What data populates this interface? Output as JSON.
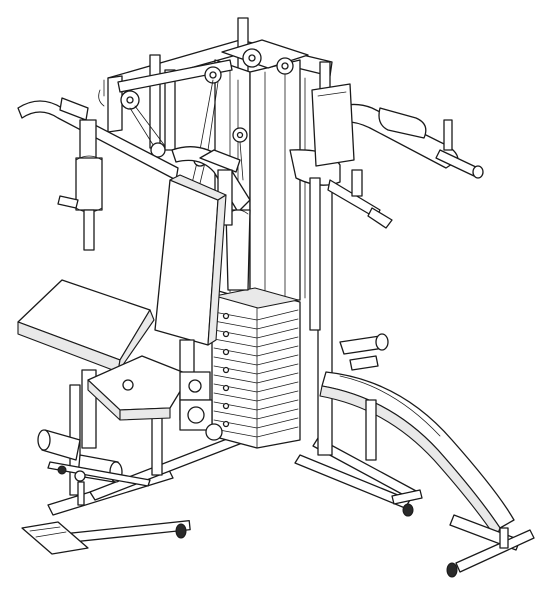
{
  "drawing": {
    "style": "line-art",
    "stroke_color": "#1a1a1a",
    "background_color": "#ffffff",
    "components": [
      "weight-tower",
      "weight-stack",
      "top-pulley-frame",
      "lat-bar",
      "chest-press-arms",
      "backrest-pad",
      "preacher-curl-pad",
      "seat",
      "leg-extension-rollers",
      "base-frame",
      "sit-up-bench",
      "foot-plate",
      "cable-pulleys"
    ]
  }
}
